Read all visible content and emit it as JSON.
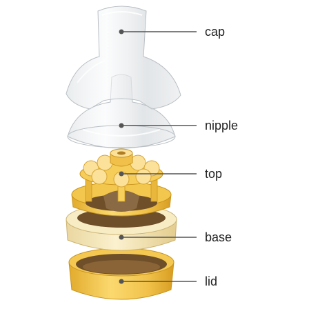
{
  "parts": [
    {
      "id": "cap",
      "label": "cap"
    },
    {
      "id": "nipple",
      "label": "nipple"
    },
    {
      "id": "top",
      "label": "top"
    },
    {
      "id": "base",
      "label": "base"
    },
    {
      "id": "lid",
      "label": "lid"
    }
  ],
  "colors": {
    "background": "#ffffff",
    "clear_plastic": "#dfe3e6",
    "yellow": "#f2c84b",
    "yellow_light": "#fbe19a",
    "yellow_dark": "#c9951e",
    "cream": "#f4e7b9",
    "brown": "#6e4f2a",
    "leader_line": "#555555",
    "label_text": "#222222"
  }
}
